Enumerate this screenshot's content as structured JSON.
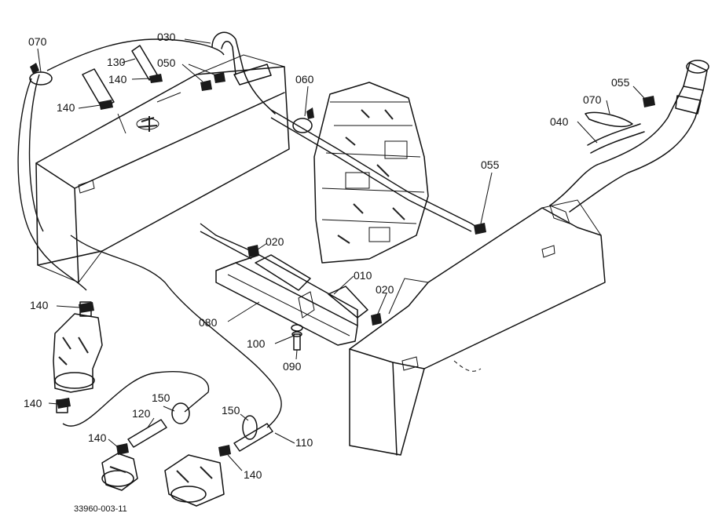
{
  "diagram": {
    "caption": "33960-003-11",
    "callouts": {
      "c010": "010",
      "c020a": "020",
      "c020b": "020",
      "c030": "030",
      "c040": "040",
      "c050": "050",
      "c055a": "055",
      "c055b": "055",
      "c060": "060",
      "c070a": "070",
      "c070b": "070",
      "c080": "080",
      "c090": "090",
      "c100": "100",
      "c110": "110",
      "c120": "120",
      "c130": "130",
      "c140a": "140",
      "c140b": "140",
      "c140c": "140",
      "c140d": "140",
      "c140e": "140",
      "c140f": "140",
      "c150a": "150",
      "c150b": "150"
    }
  }
}
